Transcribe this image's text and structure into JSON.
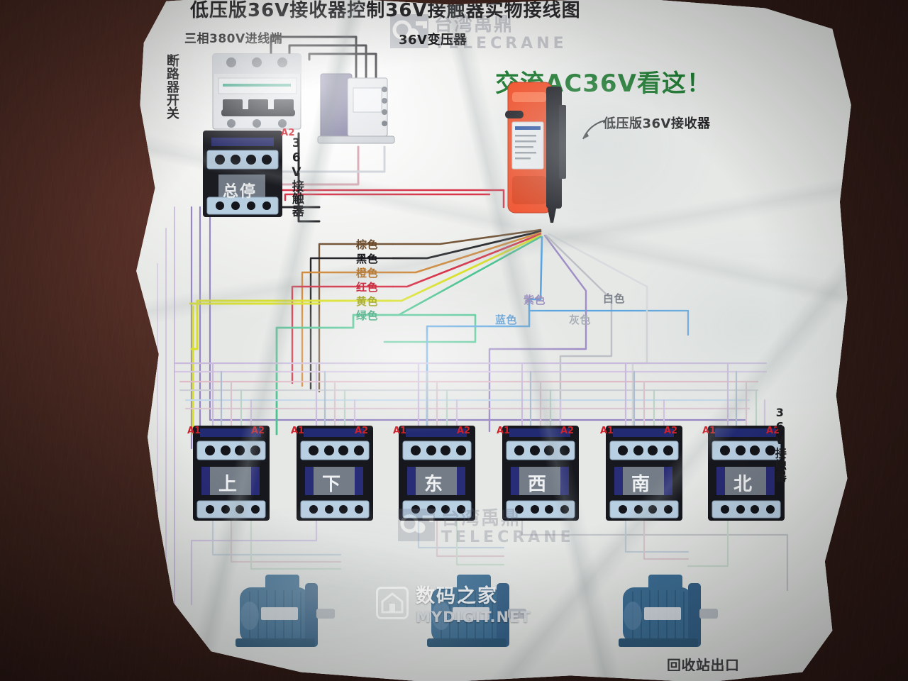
{
  "photo": {
    "subject": "printed wiring diagram sheet photographed on a dark brown wooden surface",
    "background_color": "#3a221b",
    "paper_color": "#eef0ee"
  },
  "diagram": {
    "title": "低压版36V接收器控制36V接触器实物接线图",
    "highlight_note": "交流AC36V看这！",
    "highlight_color": "#1f7a32",
    "brand": {
      "cn": "台湾禹鼎",
      "en": "TELECRANE",
      "logo_name": "telecrane-logo"
    }
  },
  "labels": {
    "incoming_power": "三相380V进线端",
    "breaker": "断路器开关",
    "transformer": "36V变压器",
    "receiver": "低压版36V接收器",
    "main_contactor_device": "36V接触器",
    "main_contactor_function": "总停",
    "contactor_bank_label": "36V接触器"
  },
  "terminals": {
    "a1": "A1",
    "a2": "A2"
  },
  "wire_colors": [
    {
      "cn": "棕色",
      "en": "brown",
      "hex": "#6b4a2a"
    },
    {
      "cn": "黑色",
      "en": "black",
      "hex": "#15151a"
    },
    {
      "cn": "橙色",
      "en": "orange",
      "hex": "#d3822a"
    },
    {
      "cn": "红色",
      "en": "red",
      "hex": "#d6253c"
    },
    {
      "cn": "黄色",
      "en": "yellow",
      "hex": "#d8e01c"
    },
    {
      "cn": "绿色",
      "en": "green",
      "hex": "#2fbf7e"
    },
    {
      "cn": "蓝色",
      "en": "blue",
      "hex": "#4f9fe0"
    },
    {
      "cn": "紫色",
      "en": "purple",
      "hex": "#9a86c4"
    },
    {
      "cn": "灰色",
      "en": "gray",
      "hex": "#b9bcc2"
    },
    {
      "cn": "白色",
      "en": "white",
      "hex": "#e4e6ea"
    }
  ],
  "contactors": [
    {
      "label": "上",
      "en": "up",
      "a1": "A1",
      "a2": "A2"
    },
    {
      "label": "下",
      "en": "down",
      "a1": "A1",
      "a2": "A2"
    },
    {
      "label": "东",
      "en": "east",
      "a1": "A1",
      "a2": "A2"
    },
    {
      "label": "西",
      "en": "west",
      "a1": "A1",
      "a2": "A2"
    },
    {
      "label": "南",
      "en": "south",
      "a1": "A1",
      "a2": "A2"
    },
    {
      "label": "北",
      "en": "north",
      "a1": "A1",
      "a2": "A2"
    }
  ],
  "motors": {
    "count": 3,
    "color": "#3d6f96"
  },
  "watermarks": {
    "site_cn": "数码之家",
    "site_en": "MYDIGIT.NET",
    "site_logo_name": "mydigit-house-logo",
    "brand_cn": "台湾禹鼎",
    "brand_en": "TELECRANE"
  }
}
